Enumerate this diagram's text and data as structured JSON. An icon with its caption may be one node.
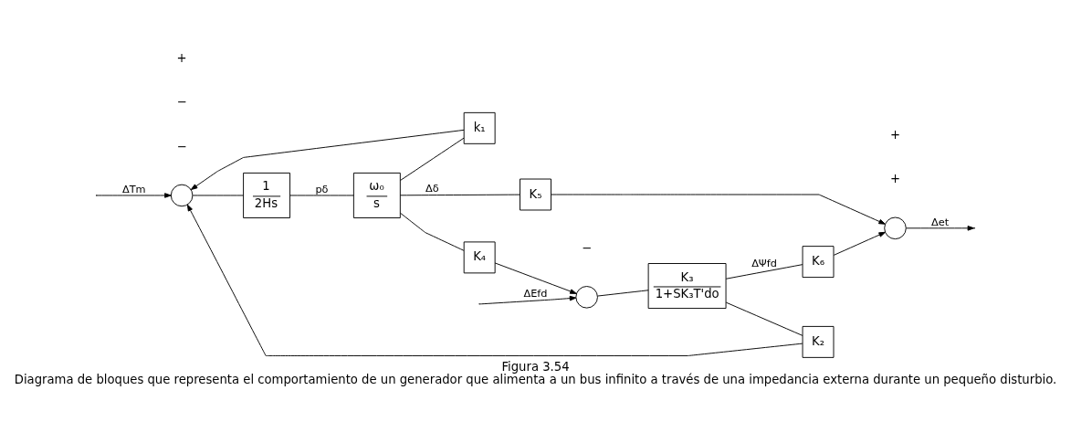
{
  "diagram": {
    "title": "Figura 3.54",
    "caption": "Diagrama de bloques que representa el comportamiento de un generador que alimenta a un bus infinito a través de una impedancia externa durante un pequeño disturbio.",
    "nodes": [
      {
        "text": [],
        "shape": "circle"
      },
      {
        "text": [
          "1",
          "2Hs"
        ]
      },
      {
        "text": [
          "ω₀",
          "s"
        ]
      },
      {
        "text": [
          "k₁"
        ]
      },
      {
        "text": [
          "K₂"
        ]
      },
      {
        "text": [
          "K₃",
          "1+SK₃T'do"
        ]
      },
      {
        "text": [],
        "shape": "circle"
      },
      {
        "text": [
          "K₄"
        ]
      },
      {
        "text": [
          "K₅"
        ]
      },
      {
        "text": [
          "K₆"
        ]
      },
      {
        "text": [],
        "shape": "circle"
      }
    ],
    "edges": [
      {
        "from": null,
        "to": 0,
        "arrow": "to",
        "label": "ΔTm"
      },
      {
        "from": 0,
        "to": 1,
        "arrow": "none"
      },
      {
        "from": 1,
        "to": 2,
        "arrow": "none",
        "label": "pδ"
      },
      {
        "from": 2,
        "to": 8,
        "arrow": "none",
        "label": "Δδ"
      },
      {
        "from": 2,
        "to": 3,
        "arrow": "none"
      },
      {
        "from": 2,
        "to": 7,
        "arrow": "none"
      },
      {
        "from": 3,
        "to": 0,
        "arrow": "to"
      },
      {
        "from": 4,
        "to": 0,
        "arrow": "to"
      },
      {
        "from": 5,
        "to": 4,
        "arrow": "none"
      },
      {
        "from": 5,
        "to": 9,
        "arrow": "none",
        "label": "ΔΨfd"
      },
      {
        "from": 6,
        "to": 5,
        "arrow": "none"
      },
      {
        "from": 7,
        "to": 6,
        "arrow": "to"
      },
      {
        "from": null,
        "to": 6,
        "arrow": "to",
        "label": "ΔEfd"
      },
      {
        "from": 8,
        "to": 10,
        "arrow": "to"
      },
      {
        "from": 9,
        "to": 10,
        "arrow": "to"
      },
      {
        "from": 10,
        "to": null,
        "arrow": "to",
        "label": "Δet"
      }
    ],
    "labels": [
      "−",
      "+",
      "−",
      "+",
      "+",
      "−"
    ]
  }
}
